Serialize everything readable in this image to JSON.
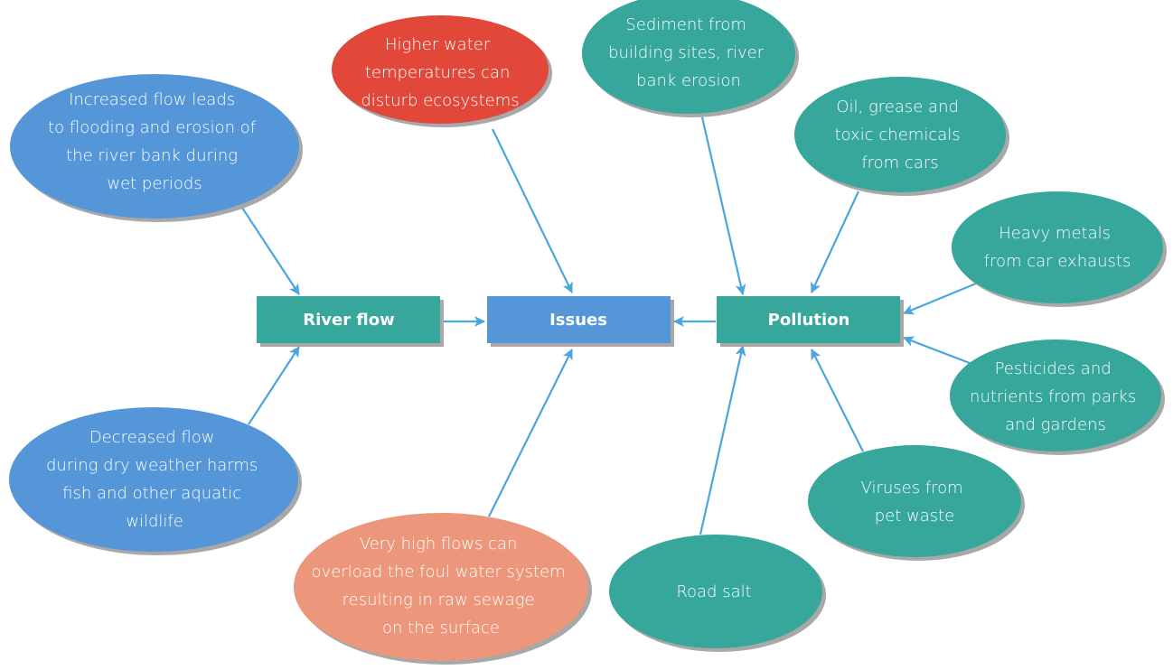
{
  "colors": {
    "blue_bubble": "#5596d8",
    "red_bubble": "#e2483a",
    "salmon_bubble": "#ec967b",
    "teal_bubble": "#37a79b",
    "teal_box": "#37a79b",
    "blue_box": "#5596d8",
    "arrow": "#4aa6dd",
    "shadow": "#a8a8a8"
  },
  "boxes": {
    "river_flow": "River flow",
    "issues": "Issues",
    "pollution": "Pollution"
  },
  "bubbles": {
    "increased_flow": [
      "Increased flow leads",
      "to flooding and erosion of",
      "the river bank during",
      "wet periods"
    ],
    "decreased_flow": [
      "Decreased flow",
      "during dry weather harms",
      "fish and other aquatic",
      "wildlife"
    ],
    "higher_temp": [
      "Higher water",
      "temperatures can",
      "disturb ecosystems"
    ],
    "high_flows_sewage": [
      "Very high flows can",
      "overload the foul water system",
      "resulting in raw sewage",
      "on the surface"
    ],
    "sediment": [
      "Sediment from",
      "building sites, river",
      "bank erosion"
    ],
    "oil_grease": [
      "Oil, grease and",
      "toxic chemicals",
      "from cars"
    ],
    "heavy_metals": [
      "Heavy metals",
      "from car exhausts"
    ],
    "pesticides": [
      "Pesticides and",
      "nutrients from parks",
      "and gardens"
    ],
    "viruses": [
      "Viruses from",
      "pet waste"
    ],
    "road_salt": [
      "Road salt"
    ]
  }
}
